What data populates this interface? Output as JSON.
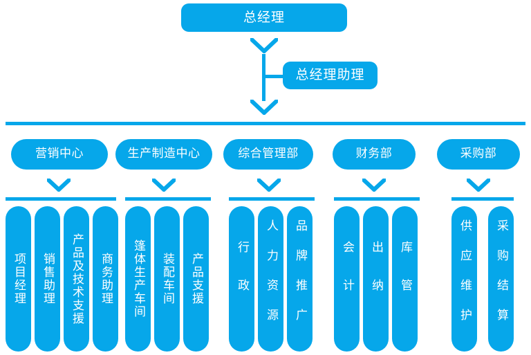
{
  "diagram": {
    "title_text": "总经理",
    "accent_color": "#06a7ea",
    "text_color": "#ffffff",
    "background_color": "#ffffff",
    "type": "org-chart"
  },
  "top": {
    "label": "总经理"
  },
  "assistant": {
    "label": "总经理助理"
  },
  "departments": [
    {
      "label": "营销中心",
      "children": [
        {
          "label": "项目经理",
          "spacing": "normal"
        },
        {
          "label": "销售助理",
          "spacing": "normal"
        },
        {
          "label": "产品及技术支援",
          "spacing": "normal"
        },
        {
          "label": "商务助理",
          "spacing": "normal"
        }
      ]
    },
    {
      "label": "生产制造中心",
      "children": [
        {
          "label": "篷体生产车间",
          "spacing": "normal"
        },
        {
          "label": "装配车间",
          "spacing": "normal"
        },
        {
          "label": "产品支援",
          "spacing": "normal"
        }
      ]
    },
    {
      "label": "综合管理部",
      "children": [
        {
          "label": "行政",
          "spacing": "wide"
        },
        {
          "label": "人力资源",
          "spacing": "medium"
        },
        {
          "label": "品牌推广",
          "spacing": "medium"
        }
      ]
    },
    {
      "label": "财务部",
      "children": [
        {
          "label": "会计",
          "spacing": "wide"
        },
        {
          "label": "出纳",
          "spacing": "wide"
        },
        {
          "label": "库管",
          "spacing": "wide"
        }
      ]
    },
    {
      "label": "采购部",
      "children": [
        {
          "label": "供应维护",
          "spacing": "medium"
        },
        {
          "label": "采购结算",
          "spacing": "medium"
        }
      ]
    }
  ]
}
